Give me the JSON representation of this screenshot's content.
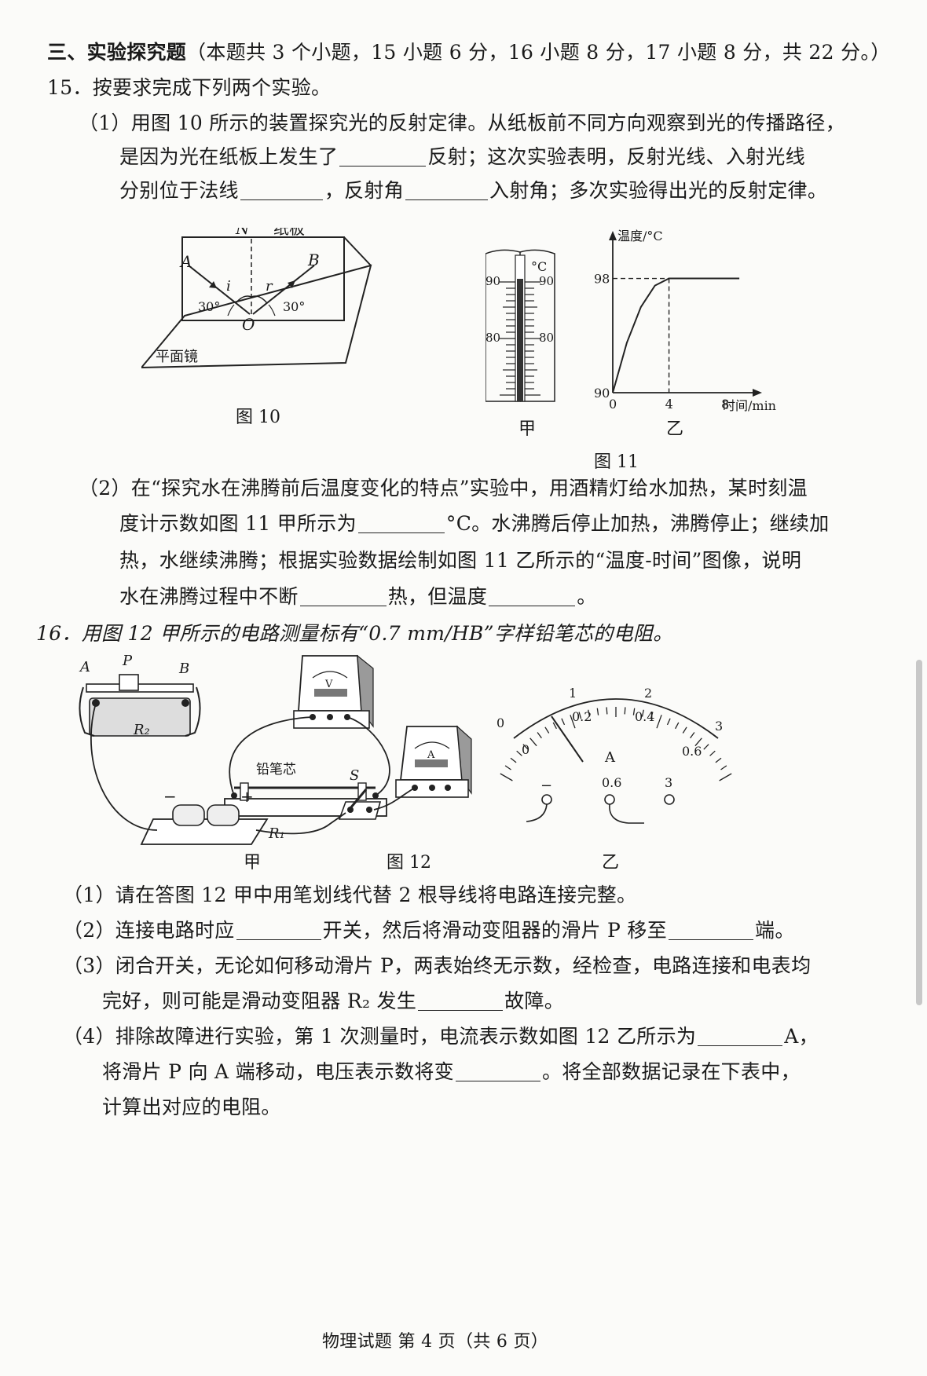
{
  "section": {
    "heading": "三、实验探究题",
    "note": "（本题共 3 个小题，15 小题 6 分，16 小题 8 分，17 小题 8 分，共 22 分。）"
  },
  "q15": {
    "title": "15．按要求完成下列两个实验。",
    "p1": {
      "l1": "（1）用图 10 所示的装置探究光的反射定律。从纸板前不同方向观察到光的传播路径，",
      "l2a": "是因为光在纸板上发生了",
      "l2b": "反射；这次实验表明，反射光线、入射光线",
      "l3a": "分别位于法线",
      "l3b": "，反射角",
      "l3c": "入射角；多次实验得出光的反射定律。"
    },
    "fig10": {
      "N": "N",
      "board": "纸板",
      "A": "A",
      "B": "B",
      "i": "i",
      "r": "r",
      "angle_left": "30°",
      "angle_right": "30°",
      "O": "O",
      "mirror": "平面镜",
      "caption": "图 10"
    },
    "fig11": {
      "thermo_unit": "°C",
      "t90l": "90",
      "t90r": "90",
      "t80l": "80",
      "t80r": "80",
      "jia": "甲",
      "yi": "乙",
      "caption": "图 11"
    },
    "p2": {
      "l1": "（2）在“探究水在沸腾前后温度变化的特点”实验中，用酒精灯给水加热，某时刻温",
      "l2a": "度计示数如图 11 甲所示为",
      "l2b": "°C。水沸腾后停止加热，沸腾停止；继续加",
      "l3": "热，水继续沸腾；根据实验数据绘制如图 11 乙所示的“温度-时间”图像，说明",
      "l4a": "水在沸腾过程中不断",
      "l4b": "热，但温度",
      "l4c": "。"
    }
  },
  "chart_data": {
    "type": "line",
    "xlabel": "时间/min",
    "ylabel": "温度/°C",
    "x_ticks": [
      "0",
      "4",
      "8"
    ],
    "y_ticks": [
      "90",
      "98"
    ],
    "xlim": [
      0,
      9.5
    ],
    "ylim": [
      90,
      101
    ],
    "series": [
      {
        "x": [
          0,
          1,
          2,
          3,
          4,
          5,
          6,
          7,
          8,
          9
        ],
        "y": [
          90,
          93.5,
          96,
          97.5,
          98,
          98,
          98,
          98,
          98,
          98
        ]
      }
    ]
  },
  "q16": {
    "title": "16．用图 12 甲所示的电路测量标有“0.7 mm/HB”字样铅笔芯的电阻。",
    "fig12": {
      "A": "A",
      "P": "P",
      "B": "B",
      "R2": "R₂",
      "pencil": "铅笔芯",
      "R1": "R₁",
      "V": "V",
      "Am": "A",
      "minus": "−",
      "plus": "+",
      "S": "S",
      "jia": "甲",
      "caption": "图 12",
      "yi": "乙",
      "m_0top": "0",
      "m_1": "1",
      "m_2": "2",
      "m_3": "3",
      "m_0bot": "0",
      "m_02": "0.2",
      "m_04": "0.4",
      "m_06": "0.6",
      "m_unit": "A",
      "t_minus": "−",
      "t_06": "0.6",
      "t_3": "3"
    },
    "s1": "（1）请在答图 12 甲中用笔划线代替 2 根导线将电路连接完整。",
    "s2a": "（2）连接电路时应",
    "s2b": "开关，然后将滑动变阻器的滑片 P 移至",
    "s2c": "端。",
    "s3l1": "（3）闭合开关，无论如何移动滑片 P，两表始终无示数，经检查，电路连接和电表均",
    "s3l2a": "完好，则可能是滑动变阻器 R₂ 发生",
    "s3l2b": "故障。",
    "s4l1a": "（4）排除故障进行实验，第 1 次测量时，电流表示数如图 12 乙所示为",
    "s4l1b": "A，",
    "s4l2a": "将滑片 P 向 A 端移动，电压表示数将变",
    "s4l2b": "。将全部数据记录在下表中，",
    "s4l3": "计算出对应的电阻。"
  },
  "footer": "物理试题 第 4 页（共 6 页）"
}
